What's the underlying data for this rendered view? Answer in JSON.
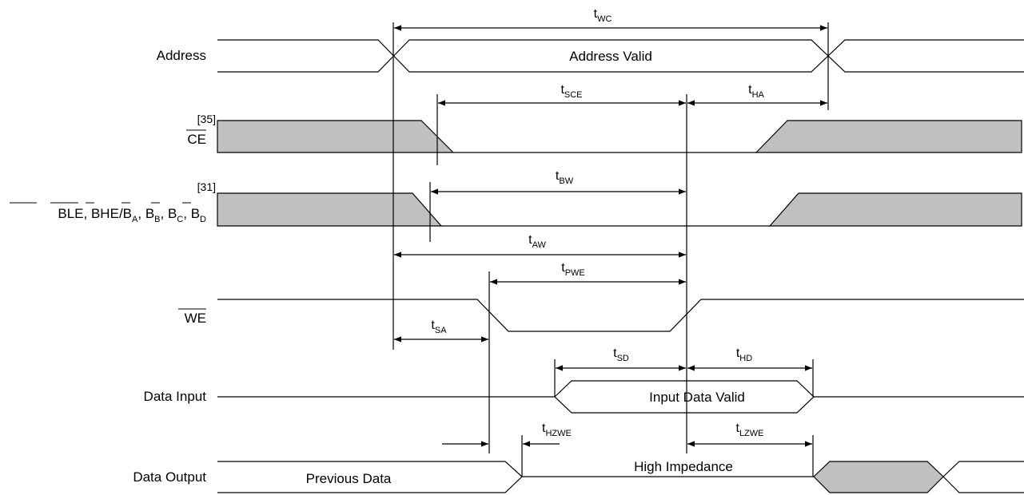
{
  "signals": {
    "address": "Address",
    "ce": "CE",
    "ce_note": "[35]",
    "ble_a": "BLE",
    "ble_sep": ", ",
    "bhe": "BHE",
    "slash": "/",
    "b": "B",
    "sub_a": "A",
    "sub_b": "B",
    "sub_c": "C",
    "sub_d": "D",
    "comma": ", ",
    "ble_note": "[31]",
    "we": "WE",
    "data_input": "Data Input",
    "data_output": "Data Output"
  },
  "waveform_labels": {
    "address_valid": "Address Valid",
    "input_data_valid": "Input Data Valid",
    "previous_data": "Previous Data",
    "high_impedance": "High Impedance"
  },
  "timing": {
    "t": "t",
    "wc": "WC",
    "sce": "SCE",
    "ha": "HA",
    "bw": "BW",
    "aw": "AW",
    "pwe": "PWE",
    "sa": "SA",
    "sd": "SD",
    "hd": "HD",
    "hzwe": "HZWE",
    "lzwe": "LZWE"
  }
}
